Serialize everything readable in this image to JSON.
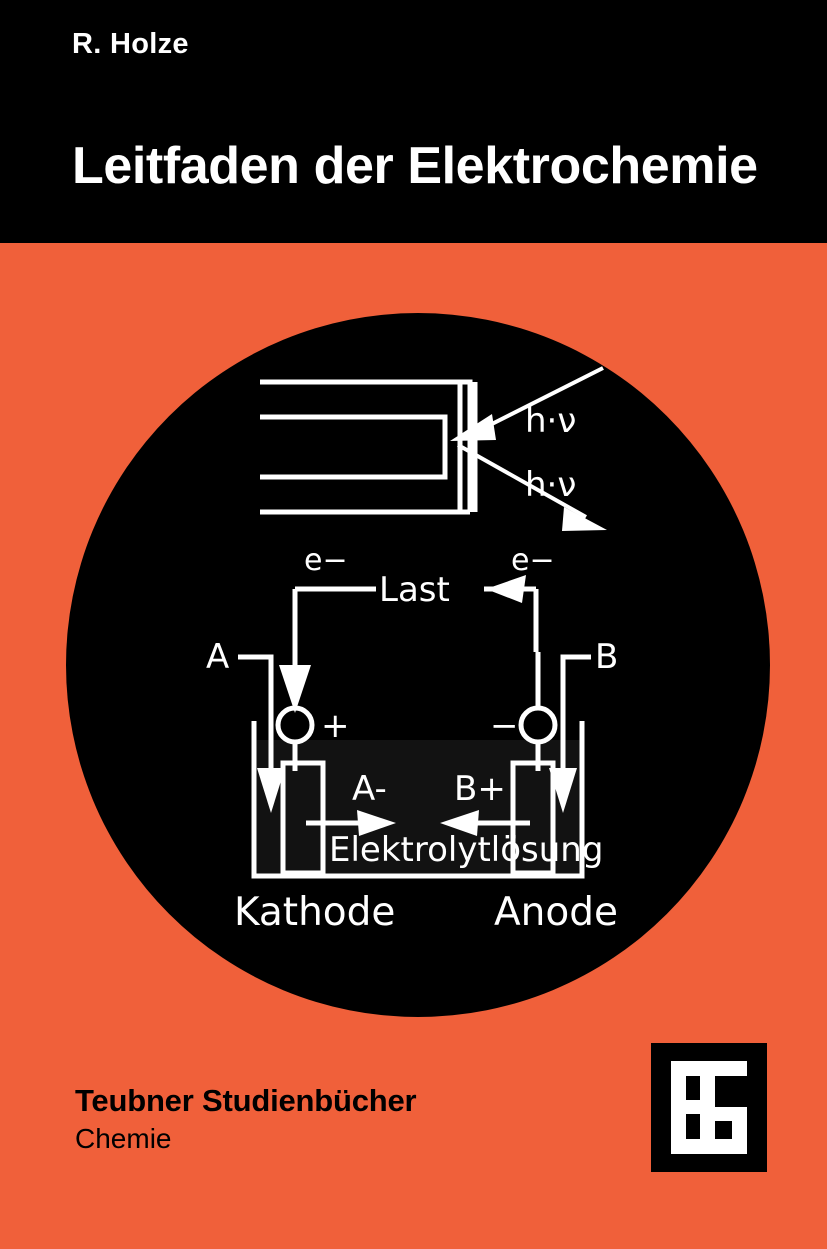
{
  "cover": {
    "background_color": "#f0603a",
    "header_color": "#000000",
    "text_color_on_header": "#ffffff",
    "text_color_on_body": "#000000",
    "artwork_circle_color": "#000000",
    "artwork_line_color": "#ffffff"
  },
  "header": {
    "author": "R. Holze",
    "title": "Leitfaden der Elektrochemie"
  },
  "artwork": {
    "top_diagram": {
      "name": "photon-absorption-emission-diagram",
      "labels": [
        {
          "id": "hv-in",
          "text": "h·ν"
        },
        {
          "id": "hv-out",
          "text": "h·ν"
        }
      ]
    },
    "cell_diagram": {
      "name": "electrochemical-cell-diagram",
      "labels": [
        {
          "id": "electron-left",
          "text": "e−"
        },
        {
          "id": "load",
          "text": "Last"
        },
        {
          "id": "electron-right",
          "text": "e−"
        },
        {
          "id": "reactant-a",
          "text": "A"
        },
        {
          "id": "reactant-b",
          "text": "B"
        },
        {
          "id": "terminal-plus",
          "text": "+"
        },
        {
          "id": "terminal-minus",
          "text": "−"
        },
        {
          "id": "anion",
          "text": "A-"
        },
        {
          "id": "cation",
          "text": "B+"
        },
        {
          "id": "electrolyte",
          "text": "Elektrolytlösung"
        },
        {
          "id": "cathode",
          "text": "Kathode"
        },
        {
          "id": "anode",
          "text": "Anode"
        }
      ]
    }
  },
  "footer": {
    "series": "Teubner Studienbücher",
    "subject": "Chemie",
    "publisher_logo_name": "teubner-bg-monogram-logo",
    "publisher_logo_letters": "BG"
  }
}
